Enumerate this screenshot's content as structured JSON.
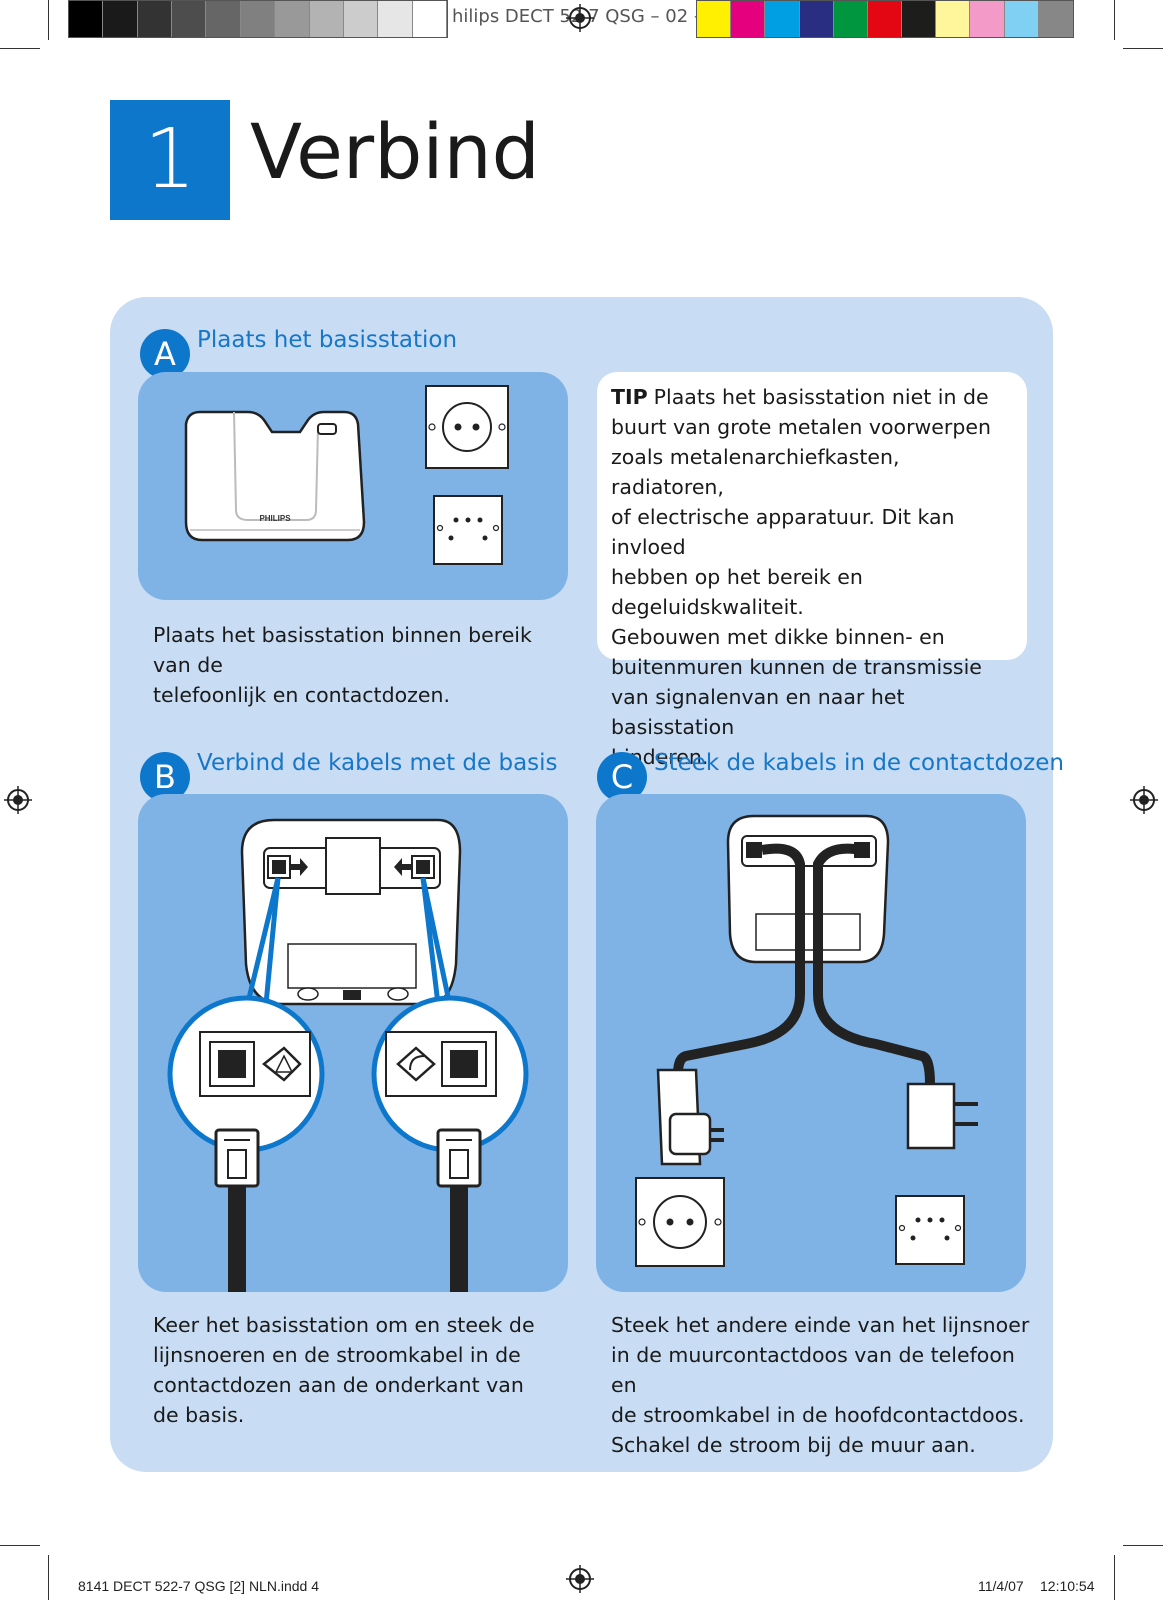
{
  "print_slug": "hilips DECT 52  7 QSG – 02 –",
  "colors": {
    "accent": "#0d77cc",
    "panel": "#c8dcf3",
    "illustration": "#7fb3e6",
    "swatches_gray": [
      "#000000",
      "#1a1a1a",
      "#333333",
      "#4d4d4d",
      "#666666",
      "#808080",
      "#999999",
      "#b3b3b3",
      "#cccccc",
      "#e6e6e6",
      "#ffffff"
    ],
    "swatches_color": [
      "#ffef00",
      "#e5007e",
      "#009fe3",
      "#2a2e83",
      "#009640",
      "#e30613",
      "#1d1d1b",
      "#fff59a",
      "#f39ac8",
      "#7fd0f3",
      "#878787"
    ]
  },
  "section": {
    "number": "1",
    "title": "Verbind"
  },
  "steps": {
    "a": {
      "badge": "A",
      "title": "Plaats het basisstation",
      "caption_lines": [
        "Plaats het basisstation binnen bereik van de",
        "telefoonlijk en contactdozen."
      ],
      "base_brand": "PHILIPS"
    },
    "b": {
      "badge": "B",
      "title": "Verbind de kabels met de basis",
      "caption_lines": [
        "Keer het basisstation om en steek de",
        "lijnsnoeren en de stroomkabel in de",
        "contactdozen aan de onderkant van",
        "de basis."
      ]
    },
    "c": {
      "badge": "C",
      "title": "Steek de kabels in de contactdozen",
      "caption_lines": [
        "Steek het andere einde van het lijnsnoer",
        "in de muurcontactdoos van de telefoon en",
        "de stroomkabel in de hoofdcontactdoos.",
        "Schakel de stroom bij de muur aan."
      ]
    }
  },
  "tip": {
    "label": "TIP",
    "lines": [
      "Plaats het basisstation niet in de",
      "buurt van grote metalen voorwerpen",
      "zoals metalenarchiefkasten, radiatoren,",
      "of electrische apparatuur. Dit kan invloed",
      "hebben op het bereik en degeluidskwaliteit.",
      "Gebouwen met dikke binnen- en",
      "buitenmuren kunnen de transmissie",
      "van signalenvan en naar het basisstation",
      "hinderen."
    ]
  },
  "footer": {
    "file": "8141 DECT 522-7 QSG [2] NLN.indd   4",
    "date": "11/4/07",
    "time": "12:10:54"
  }
}
